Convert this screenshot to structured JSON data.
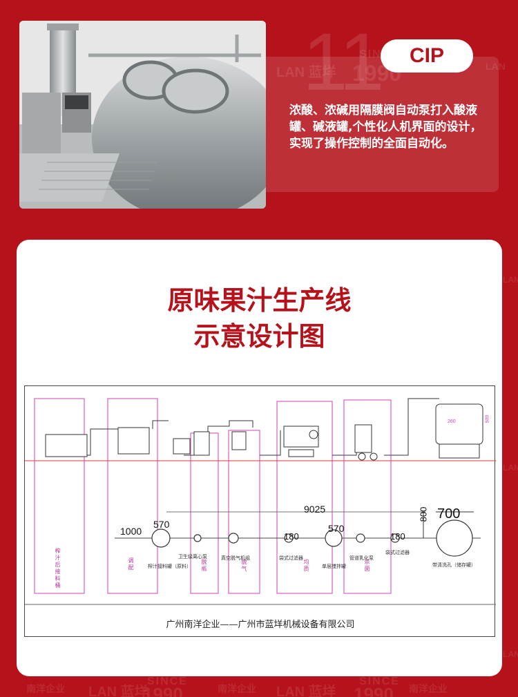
{
  "watermark": {
    "number": "11",
    "logo_text": "LAN 蓝垟",
    "since": "SINCE",
    "year": "1990",
    "company_mark": "南洋企业"
  },
  "photo": {
    "subject": "stainless-steel CIP tanks"
  },
  "cip": {
    "badge": "CIP",
    "description": "浓酸、浓碱用隔膜阀自动泵打入酸液罐、碱液罐,个性化人机界面的设计，实现了操作控制的全面自动化。"
  },
  "card": {
    "title_line1": "原味果汁生产线",
    "title_line2": "示意设计图"
  },
  "diagram": {
    "footer": "广州南洋企业——广州市蓝垟机械设备有限公司",
    "dimensions": {
      "total": "9025",
      "d1000": "1000",
      "d570a": "570",
      "d180a": "180",
      "d570b": "570",
      "d180b": "180",
      "d700": "700",
      "d800": "800",
      "d260": "260",
      "d500": "500"
    },
    "zones": {
      "z1": "榨汁后接料桶",
      "z2": "调配",
      "z3": "脱瓶",
      "z4": "脱气",
      "z5": "均质",
      "z6": "杀菌"
    },
    "equipment": {
      "e1": "榨汁接料罐（原料）",
      "e2": "卫生级离心泵",
      "e3": "真空脱气机组",
      "e4": "袋式过滤器",
      "e5": "单层搅拌罐",
      "e6": "管道乳化泵",
      "e7": "袋式过滤器",
      "e8": "带清洗孔（储存罐）"
    }
  }
}
